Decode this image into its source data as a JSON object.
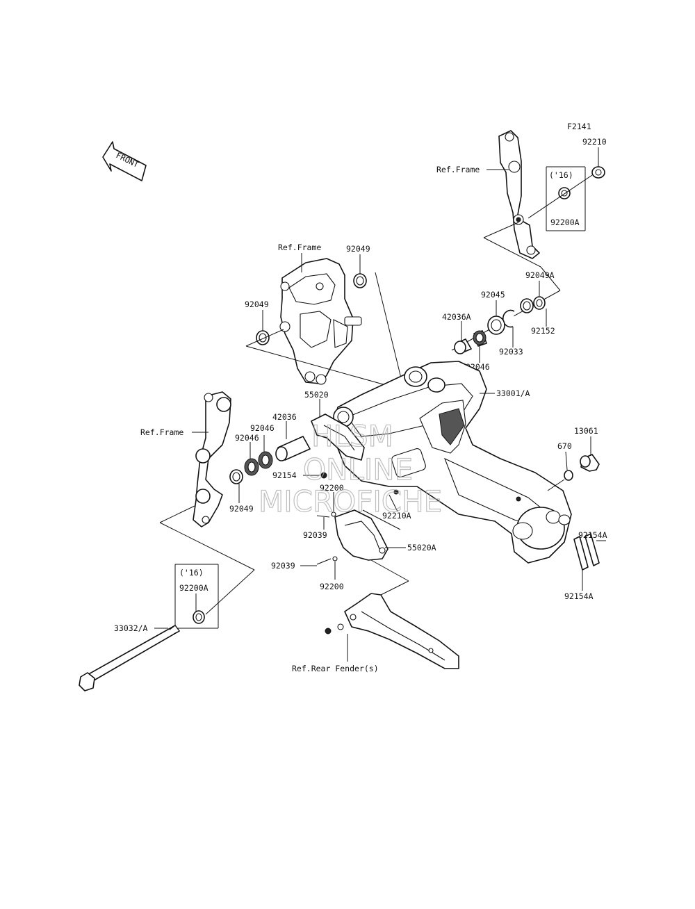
{
  "figure_code": "F2141",
  "front_label": "FRONT",
  "watermark": [
    "HLSM",
    "ONLINE",
    "MICROFICHE"
  ],
  "labels": {
    "ref_frame": "Ref.Frame",
    "ref_rear_fender": "Ref.Rear Fender(s)",
    "p92210": "92210",
    "p92200A": "92200A",
    "y16": "('16)",
    "p92049": "92049",
    "p92049A": "92049A",
    "p92045": "92045",
    "p42036A": "42036A",
    "p92033": "92033",
    "p92152": "92152",
    "p92046": "92046",
    "p33001A": "33001/A",
    "p55020": "55020",
    "p42036": "42036",
    "p13061": "13061",
    "p670": "670",
    "p92154": "92154",
    "p92200": "92200",
    "p92210A": "92210A",
    "p92039": "92039",
    "p55020A": "55020A",
    "p92154A": "92154A",
    "p33032A": "33032/A"
  }
}
